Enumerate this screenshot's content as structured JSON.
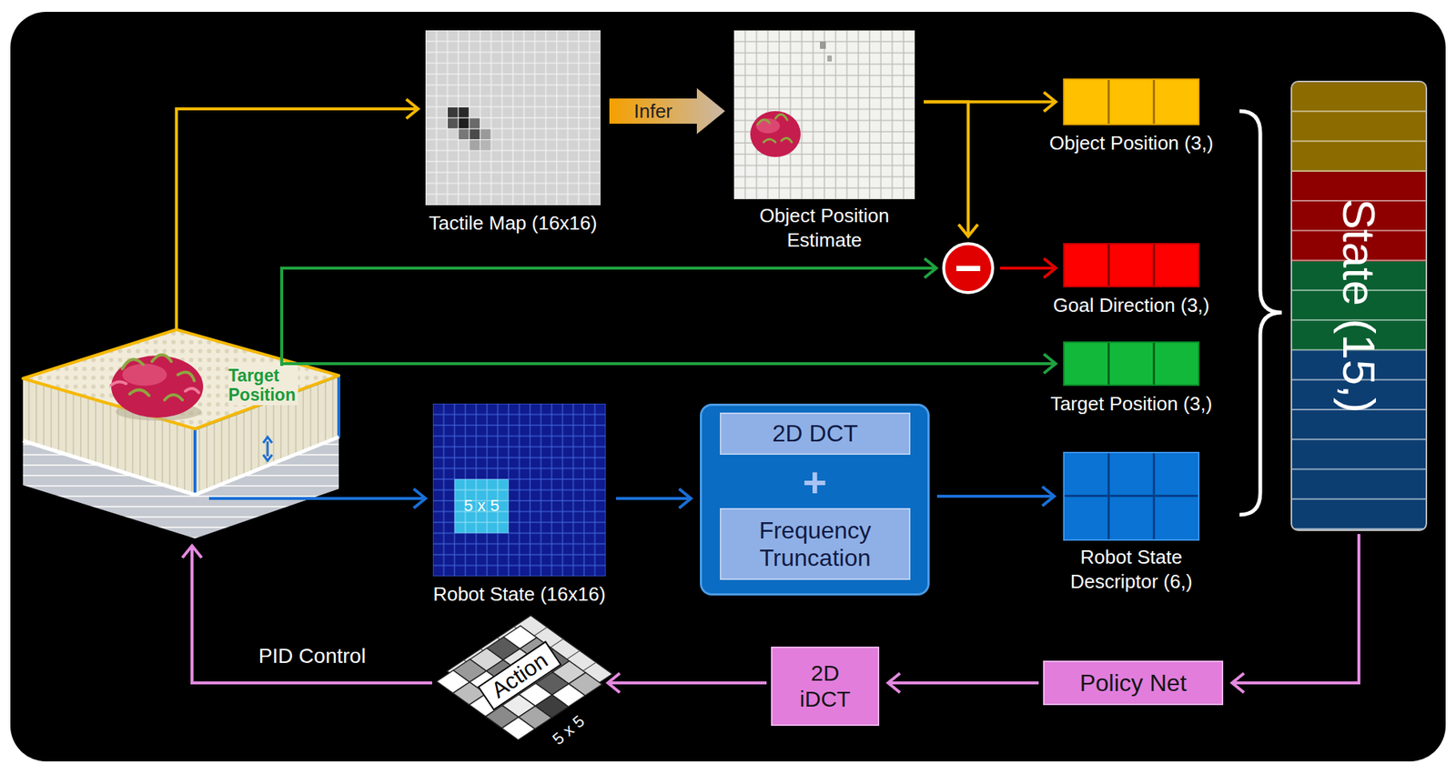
{
  "diagram": {
    "nodes": [
      {
        "text": [
          "Target Position"
        ]
      },
      {
        "text": [
          "Tactile Map (16x16)"
        ]
      },
      {
        "text": [
          "Object Position Estimate"
        ]
      },
      {
        "text": [
          "Object Position (3,)"
        ]
      },
      {
        "text": [
          "−"
        ]
      },
      {
        "text": [
          "Goal Direction (3,)"
        ]
      },
      {
        "text": [
          "Target Position (3,)"
        ]
      },
      {
        "text": [
          "State (15,)"
        ]
      },
      {
        "text": [
          "Robot State (16x16)"
        ]
      },
      {
        "text": [
          "5 x 5"
        ],
        "in": 8
      },
      {
        "text": [
          "+"
        ]
      },
      {
        "text": [
          "2D DCT"
        ],
        "in": 10
      },
      {
        "text": [
          "Frequency Truncation"
        ],
        "in": 10
      },
      {
        "text": [
          "Robot State Descriptor (6,)"
        ]
      },
      {
        "text": [
          "Policy Net"
        ]
      },
      {
        "text": [
          "2D iDCT"
        ]
      },
      {
        "text": [
          "Action",
          "5 x 5"
        ]
      }
    ],
    "edges": [
      {
        "from": 0,
        "to": 1,
        "arrow": "to"
      },
      {
        "from": 1,
        "to": 2,
        "label": "Infer",
        "arrow": "to"
      },
      {
        "from": 2,
        "to": 3,
        "arrow": "to"
      },
      {
        "from": 2,
        "to": 4,
        "arrow": "to"
      },
      {
        "from": 0,
        "to": 4,
        "arrow": "to"
      },
      {
        "from": 4,
        "to": 5,
        "arrow": "to"
      },
      {
        "from": 0,
        "to": 6,
        "arrow": "to"
      },
      {
        "from": 0,
        "to": 8,
        "arrow": "to"
      },
      {
        "from": 8,
        "to": 10,
        "arrow": "to"
      },
      {
        "from": 10,
        "to": 13,
        "arrow": "to"
      },
      {
        "from": 7,
        "to": 14,
        "arrow": "to"
      },
      {
        "from": 14,
        "to": 15,
        "arrow": "to"
      },
      {
        "from": 15,
        "to": 16,
        "arrow": "to"
      },
      {
        "from": 16,
        "to": 0,
        "label": "PID Control",
        "arrow": "to"
      }
    ]
  }
}
